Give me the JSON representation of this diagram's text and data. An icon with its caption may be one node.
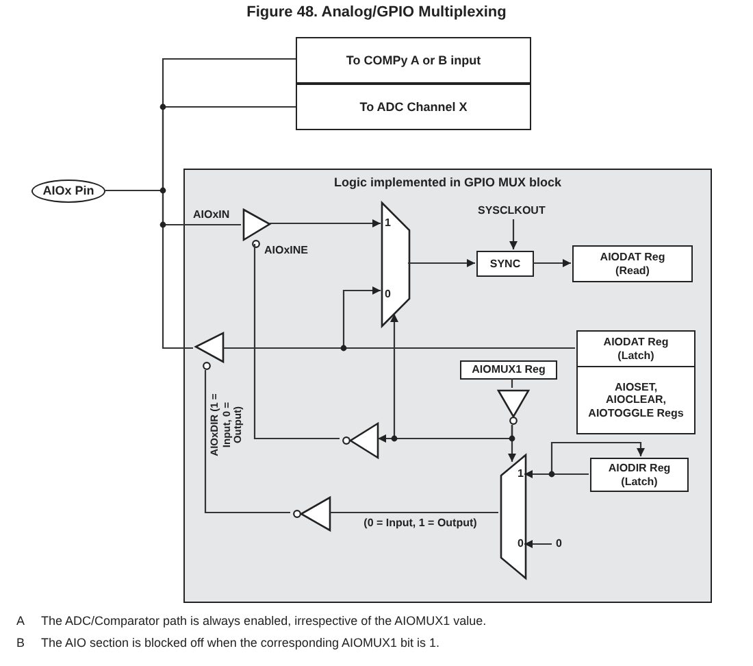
{
  "diagram": {
    "title": "Figure 48. Analog/GPIO Multiplexing",
    "nodes": [
      {
        "text": [
          "To COMPy A or B input"
        ]
      },
      {
        "text": [
          "To ADC Channel X"
        ]
      },
      {
        "text": [
          "AIOx Pin"
        ]
      },
      {
        "text": [
          "Logic implemented in GPIO MUX block"
        ]
      },
      {
        "text": [],
        "shape": "triangle",
        "in": 3,
        "beside": [
          "AIOxIN",
          "AIOxINE"
        ]
      },
      {
        "text": [
          "1",
          "0"
        ],
        "in": 3
      },
      {
        "text": [
          "SYNC"
        ],
        "in": 3
      },
      {
        "text": [
          "SYSCLKOUT"
        ],
        "in": 3
      },
      {
        "text": [
          "AIODAT Reg (Read)"
        ],
        "in": 3
      },
      {
        "text": [
          "AIODAT Reg (Latch)"
        ],
        "in": 3
      },
      {
        "text": [
          "AIOSET, AIOCLEAR, AIOTOGGLE Regs"
        ],
        "in": 3
      },
      {
        "text": [],
        "shape": "triangle",
        "in": 3
      },
      {
        "text": [
          "AIOMUX1 Reg"
        ],
        "in": 3
      },
      {
        "text": [],
        "shape": "triangle",
        "in": 3
      },
      {
        "text": [],
        "shape": "triangle",
        "in": 3
      },
      {
        "text": [
          "1",
          "0"
        ],
        "in": 3
      },
      {
        "text": [
          "AIODIR Reg (Latch)"
        ],
        "in": 3
      },
      {
        "text": [
          "0"
        ],
        "in": 3
      },
      {
        "text": [],
        "shape": "triangle",
        "in": 3
      }
    ],
    "edges": [
      {
        "from": 2,
        "to": 0,
        "arrow": "none"
      },
      {
        "from": 2,
        "to": 1,
        "arrow": "none"
      },
      {
        "from": 2,
        "to": 4,
        "arrow": "none"
      },
      {
        "from": 11,
        "to": 2,
        "arrow": "none"
      },
      {
        "from": 4,
        "to": 5,
        "arrow": "to"
      },
      {
        "from": 5,
        "to": 6,
        "arrow": "to"
      },
      {
        "from": 7,
        "to": 6,
        "arrow": "to"
      },
      {
        "from": 6,
        "to": 8,
        "arrow": "to"
      },
      {
        "from": 9,
        "to": 11,
        "arrow": "none"
      },
      {
        "from": 9,
        "to": 5,
        "arrow": "to"
      },
      {
        "from": 12,
        "to": 13,
        "arrow": "none"
      },
      {
        "from": 13,
        "to": 14,
        "arrow": "to"
      },
      {
        "from": 13,
        "to": 5,
        "arrow": "to"
      },
      {
        "from": 13,
        "to": 15,
        "arrow": "to"
      },
      {
        "from": 14,
        "to": 4,
        "arrow": "none"
      },
      {
        "from": 16,
        "to": 15,
        "arrow": "to"
      },
      {
        "from": 16,
        "to": 16,
        "arrow": "to"
      },
      {
        "from": 17,
        "to": 15,
        "arrow": "to"
      },
      {
        "from": 15,
        "to": 18,
        "arrow": "none",
        "label": "(0 = Input, 1 = Output)"
      },
      {
        "from": 18,
        "to": 11,
        "arrow": "none",
        "label": "AIOxDIR (1 = Input, 0 = Output)"
      }
    ],
    "labels": [
      "A",
      "The ADC/Comparator path is always enabled, irrespective of the AIOMUX1 value.",
      "B",
      "The AIO section is blocked off when the corresponding AIOMUX1 bit is 1."
    ]
  }
}
